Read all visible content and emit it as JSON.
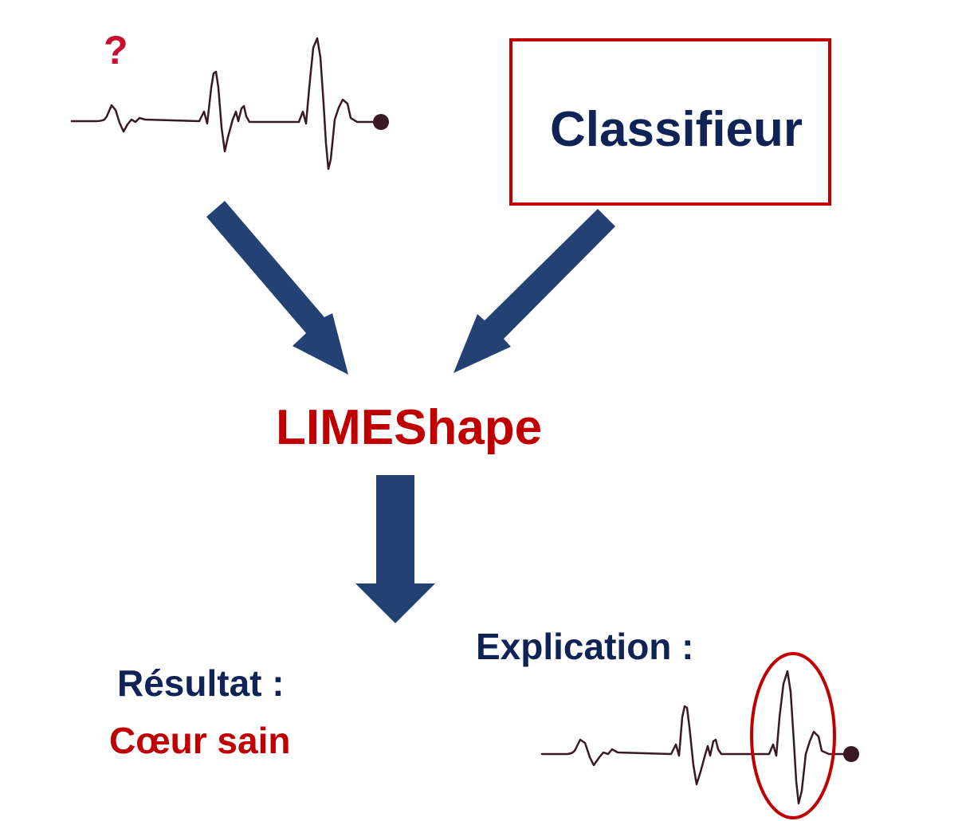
{
  "question_mark": "?",
  "classifier_box": {
    "label": "Classifieur"
  },
  "method": {
    "label": "LIMEShape"
  },
  "result": {
    "heading": "Résultat :",
    "value": "Cœur sain"
  },
  "explanation": {
    "heading": "Explication :"
  },
  "colors": {
    "navy": "#0f2356",
    "red": "#c00000",
    "question_red": "#c8102e",
    "arrow_blue": "#244174",
    "ecg_line": "#3a1a22"
  },
  "icons": {
    "input_signal": "ecg-waveform-icon",
    "explained_signal": "ecg-waveform-icon",
    "highlight": "highlight-ellipse"
  }
}
